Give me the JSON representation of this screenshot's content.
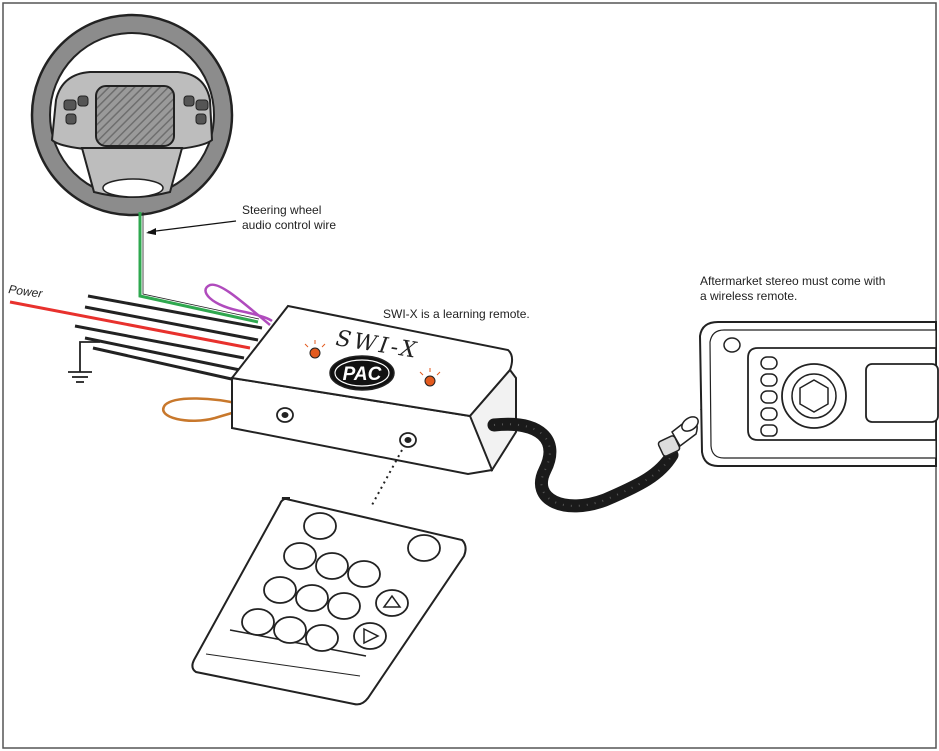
{
  "labels": {
    "steering_line1": "Steering wheel",
    "steering_line2": "audio control wire",
    "power": "Power",
    "learning": "SWI-X is a learning remote.",
    "stereo_line1": "Aftermarket stereo must come with",
    "stereo_line2": "a wireless remote.",
    "box_name": "SWI-X",
    "logo": "PAC"
  },
  "colors": {
    "power_wire": "#e8312d",
    "steering_wire": "#2fa84f",
    "loop_top": "#b04bbd",
    "loop_bottom": "#c8782c",
    "led": "#e35a1e"
  },
  "icons": {
    "steering": "steering-wheel-icon",
    "ground": "ground-symbol-icon",
    "remote": "remote-control-icon",
    "stereo": "car-stereo-icon",
    "ir_emitter": "ir-emitter-icon"
  }
}
